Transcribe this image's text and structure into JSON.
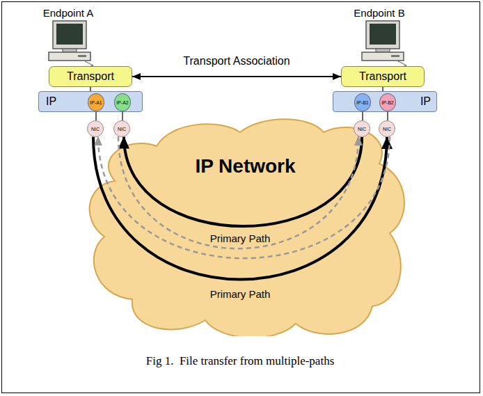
{
  "diagram": {
    "caption": "Fig 1.  File transfer from multiple-paths",
    "nodes": [
      {
        "text": [
          "Transport"
        ]
      },
      {
        "text": [
          "Transport"
        ]
      },
      {
        "text": [
          "IP"
        ]
      },
      {
        "text": [
          "IP-A1"
        ],
        "in": 2
      },
      {
        "text": [
          "IP-A2"
        ],
        "in": 2
      },
      {
        "text": [
          "IP"
        ]
      },
      {
        "text": [
          "IP-B1"
        ],
        "in": 5
      },
      {
        "text": [
          "IP-B2"
        ],
        "in": 5
      },
      {
        "text": [
          "NIC"
        ]
      },
      {
        "text": [
          "NIC"
        ]
      },
      {
        "text": [
          "NIC"
        ]
      },
      {
        "text": [
          "NIC"
        ]
      },
      {
        "text": [
          "IP Network"
        ]
      }
    ],
    "edges": [
      {
        "from": 0,
        "to": 1,
        "label": "Transport Association",
        "arrow": "both"
      },
      {
        "from": 0,
        "to": 2,
        "arrow": "none"
      },
      {
        "from": 1,
        "to": 5,
        "arrow": "none"
      },
      {
        "from": 3,
        "to": 8,
        "arrow": "none"
      },
      {
        "from": 4,
        "to": 9,
        "arrow": "none"
      },
      {
        "from": 6,
        "to": 10,
        "arrow": "none"
      },
      {
        "from": 7,
        "to": 11,
        "arrow": "none"
      },
      {
        "from": 10,
        "to": 9,
        "label": "Primary Path",
        "arrow": "to"
      },
      {
        "from": 8,
        "to": 11,
        "label": "Primary Path",
        "arrow": "to"
      },
      {
        "from": 11,
        "to": 8,
        "arrow": "to"
      },
      {
        "from": 9,
        "to": 10,
        "arrow": "to"
      }
    ],
    "labels": [
      "Endpoint A",
      "Endpoint B"
    ]
  }
}
